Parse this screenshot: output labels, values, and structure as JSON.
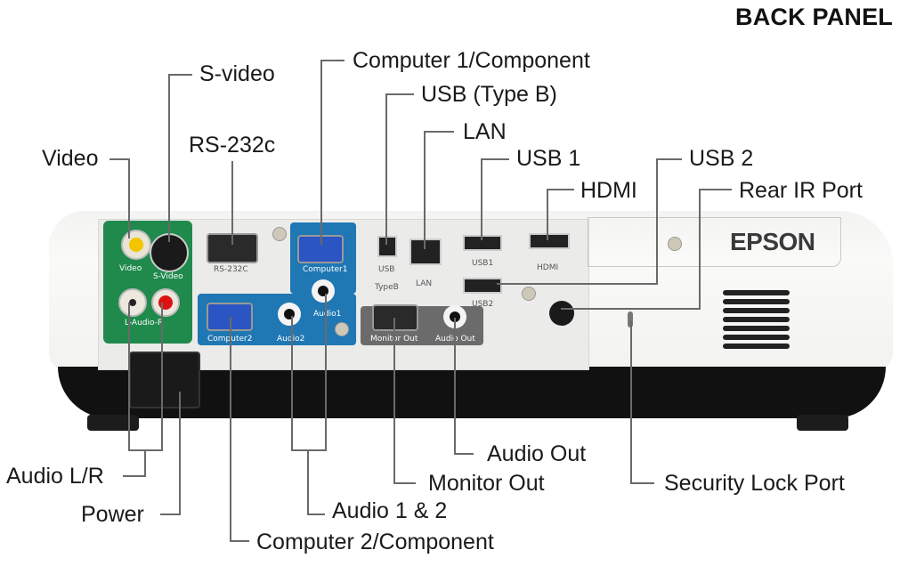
{
  "title": "BACK PANEL",
  "brand": "EPSON",
  "callouts": {
    "video": "Video",
    "s_video": "S-video",
    "rs232c": "RS-232c",
    "computer1": "Computer 1/Component",
    "usb_type_b": "USB (Type B)",
    "lan": "LAN",
    "usb1": "USB 1",
    "usb2": "USB 2",
    "hdmi": "HDMI",
    "rear_ir": "Rear IR Port",
    "audio_lr": "Audio L/R",
    "power": "Power",
    "audio_1_2": "Audio 1 & 2",
    "computer2": "Computer 2/Component",
    "monitor_out": "Monitor Out",
    "audio_out": "Audio Out",
    "security_lock": "Security Lock Port"
  },
  "port_labels": {
    "video": "Video",
    "s_video": "S-Video",
    "audio_lr": "L-Audio-R",
    "rs232c": "RS-232C",
    "computer1": "Computer1",
    "computer2": "Computer2",
    "audio1": "Audio1",
    "audio2": "Audio2",
    "usb_b": "USB",
    "usb_b_sub": "TypeB",
    "lan": "LAN",
    "usb1": "USB1",
    "usb2": "USB2",
    "hdmi": "HDMI",
    "monitor_out": "Monitor Out",
    "audio_out": "Audio Out"
  },
  "colors": {
    "input_panel_green": "#1f8a4c",
    "computer_panel_blue": "#1f77b4",
    "output_panel_grey": "#6b6b6b",
    "leader_line": "#6a6a6a"
  }
}
